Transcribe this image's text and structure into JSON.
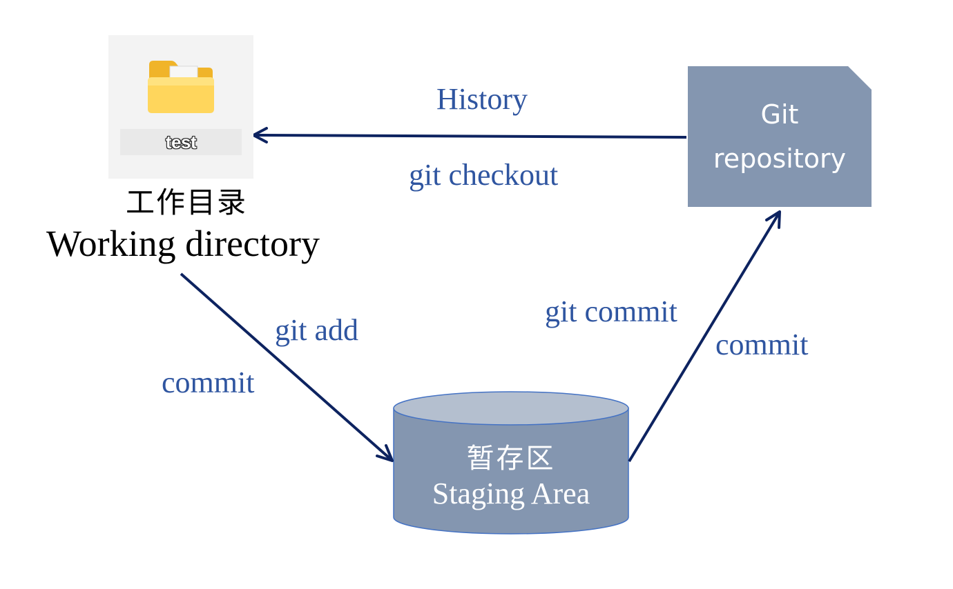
{
  "working_directory": {
    "folder_name": "test",
    "label_cn": "工作目录",
    "label_en": "Working directory"
  },
  "repository": {
    "line1": "Git",
    "line2": "repository"
  },
  "staging": {
    "label_cn": "暂存区",
    "label_en": "Staging Area"
  },
  "edges": {
    "history": "History",
    "checkout": "git checkout",
    "add": "git add",
    "add_commit": "commit",
    "git_commit": "git commit",
    "commit": "commit"
  },
  "colors": {
    "arrow": "#0d2360",
    "label_text": "#2f55a0",
    "box_fill": "#8496b0",
    "cylinder_top": "#b4bfcf",
    "cylinder_stroke": "#4472c4"
  }
}
